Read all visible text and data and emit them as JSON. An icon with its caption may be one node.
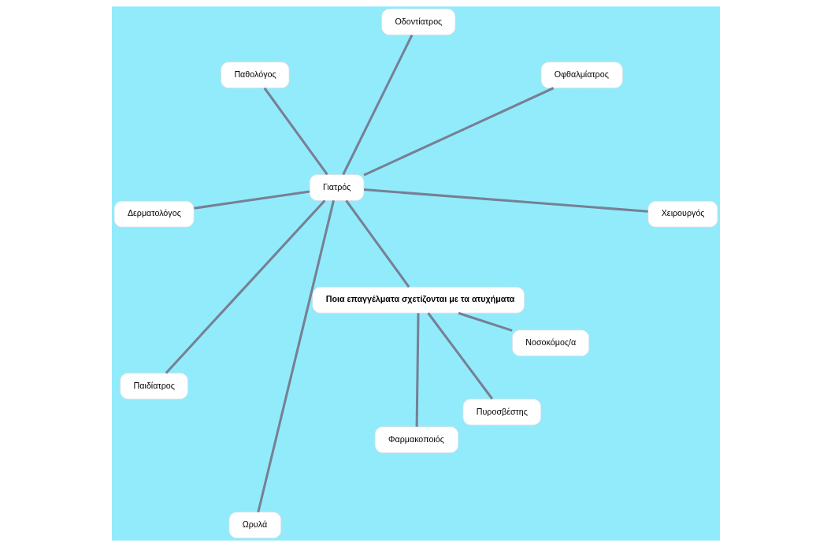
{
  "diagram": {
    "nodes": [
      {
        "text": [
          "Ποια επαγγέλματα σχετίζονται με τα ατυχήματα"
        ]
      },
      {
        "text": [
          "Γιατρός"
        ]
      },
      {
        "text": [
          "Χειρουργός"
        ]
      },
      {
        "text": [
          "Οφθαλμίατρος"
        ]
      },
      {
        "text": [
          "Οδοντίατρος"
        ]
      },
      {
        "text": [
          "Παθολόγος"
        ]
      },
      {
        "text": [
          "Δερματολόγος"
        ]
      },
      {
        "text": [
          "Παιδίατρος"
        ]
      },
      {
        "text": [
          "Ωρυλά"
        ]
      },
      {
        "text": [
          "Φαρμακοποιός"
        ]
      },
      {
        "text": [
          "Πυροσβέστης"
        ]
      },
      {
        "text": [
          "Νοσοκόμος/α"
        ]
      }
    ],
    "edges": [
      {
        "from": 0,
        "to": 1,
        "arrow": "none"
      },
      {
        "from": 1,
        "to": 2,
        "arrow": "none"
      },
      {
        "from": 1,
        "to": 3,
        "arrow": "none"
      },
      {
        "from": 1,
        "to": 4,
        "arrow": "none"
      },
      {
        "from": 1,
        "to": 5,
        "arrow": "none"
      },
      {
        "from": 1,
        "to": 6,
        "arrow": "none"
      },
      {
        "from": 1,
        "to": 7,
        "arrow": "none"
      },
      {
        "from": 1,
        "to": 8,
        "arrow": "none"
      },
      {
        "from": 0,
        "to": 9,
        "arrow": "none"
      },
      {
        "from": 0,
        "to": 10,
        "arrow": "none"
      },
      {
        "from": 0,
        "to": 11,
        "arrow": "none"
      }
    ]
  }
}
